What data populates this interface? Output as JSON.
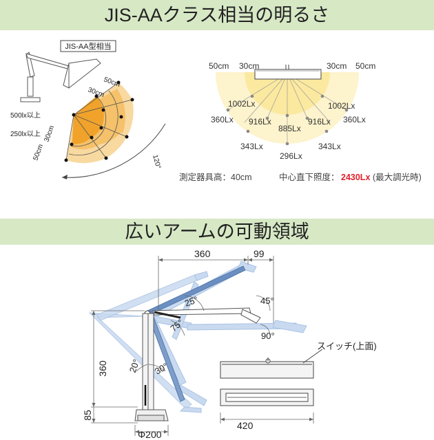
{
  "section1": {
    "title": "JIS-AAクラス相当の明るさ",
    "badge": "JIS-AA型相当",
    "fan": {
      "label_500": "500lx以上",
      "label_250": "250lx以上",
      "r30_radial": "30cm",
      "r50_radial": "50cm",
      "r50_top": "50cm",
      "r30_top": "30cm",
      "angle": "120°"
    },
    "lux": {
      "d50_left": "50cm",
      "d30_left": "30cm",
      "d30_right": "30cm",
      "d50_right": "50cm",
      "v1002_l": "1002Lx",
      "v1002_r": "1002Lx",
      "v360_l": "360Lx",
      "v916_l": "916Lx",
      "v885": "885Lx",
      "v916_r": "916Lx",
      "v360_r": "360Lx",
      "v343_l": "343Lx",
      "v343_r": "343Lx",
      "v296": "296Lx"
    },
    "measure_height": "測定器具高：40cm",
    "center_label": "中心直下照度：",
    "center_value": "2430Lx",
    "center_note": "(最大調光時)"
  },
  "section2": {
    "title": "広いアームの可動領域",
    "dim_360_top": "360",
    "dim_99": "99",
    "dim_360_side": "360",
    "dim_85": "85",
    "dim_base": "Φ200",
    "angle_25": "25°",
    "angle_45": "45°",
    "angle_75": "75°",
    "angle_90": "90°",
    "angle_20": "20°",
    "angle_30": "30°",
    "switch_label": "スイッチ(上面)",
    "head_length": "420"
  },
  "colors": {
    "banner": "#d7e8c5",
    "fan_inner": "#f0a22a",
    "fan_mid": "#f5c16a",
    "fan_outer": "#f8d9a0",
    "lux_inner": "#fbe9a0",
    "lux_outer": "#fdf3cc",
    "highlight_red": "#e0212b",
    "arm_ghost": "#a9c3e3",
    "arm_main": "#5b82b8"
  }
}
